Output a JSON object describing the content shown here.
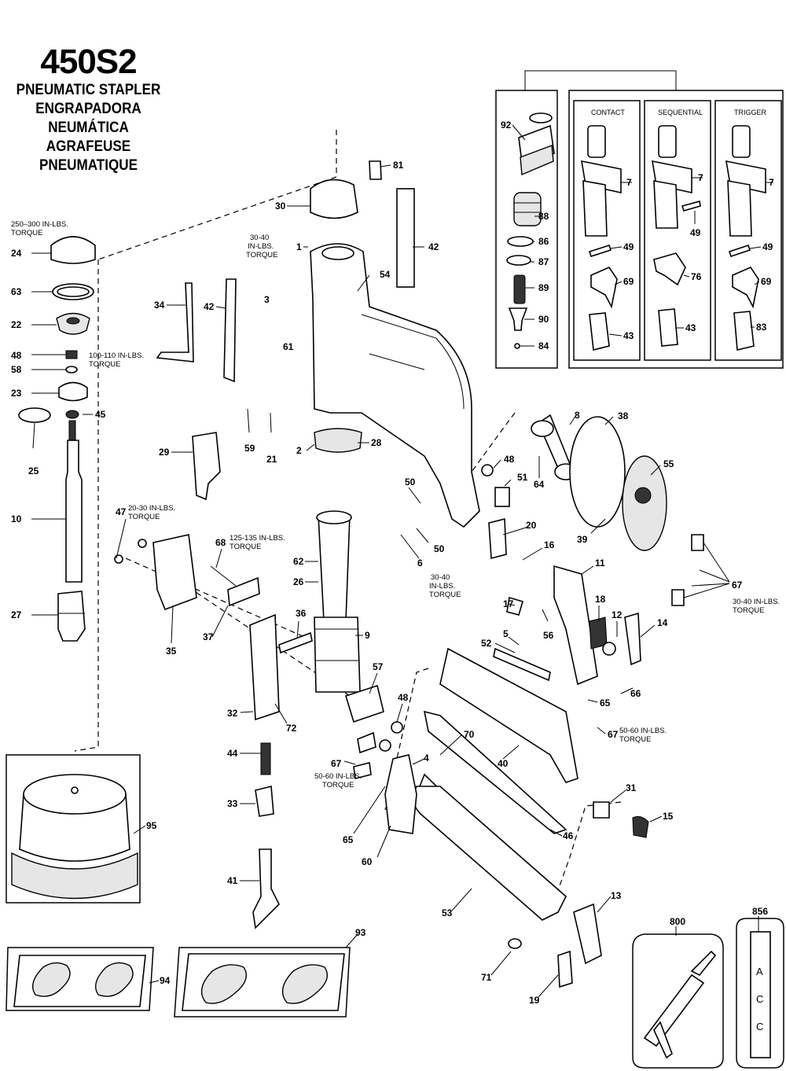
{
  "title": {
    "model": "450S2",
    "line_en": "PNEUMATIC STAPLER",
    "line_es": "ENGRAPADORA NEUMÁTICA",
    "line_fr": "AGRAFEUSE PNEUMATIQUE"
  },
  "torque_notes": {
    "t24": [
      "250–300 IN-LBS.",
      "TORQUE"
    ],
    "t1": [
      "30-40",
      "IN-LBS.",
      "TORQUE"
    ],
    "t48": [
      "100-110 IN-LBS.",
      "TORQUE"
    ],
    "t47": [
      "20-30 IN-LBS.",
      "TORQUE"
    ],
    "t68": [
      "125-135 IN-LBS.",
      "TORQUE"
    ],
    "t6": [
      "30-40",
      "IN-LBS.",
      "TORQUE"
    ],
    "t67r": [
      "30-40 IN-LBS.",
      "TORQUE"
    ],
    "t67m": [
      "50-60 IN-LBS.",
      "TORQUE"
    ],
    "t67c": [
      "50-60 IN-LBS.",
      "TORQUE"
    ]
  },
  "trigger_headers": {
    "contact": "CONTACT",
    "sequential": "SEQUENTIAL",
    "trigger": "TRIGGER"
  },
  "callouts": [
    {
      "id": "c81",
      "text": "81"
    },
    {
      "id": "c30",
      "text": "30"
    },
    {
      "id": "c1",
      "text": "1"
    },
    {
      "id": "c42a",
      "text": "42"
    },
    {
      "id": "c54",
      "text": "54"
    },
    {
      "id": "c3",
      "text": "3"
    },
    {
      "id": "c61",
      "text": "61"
    },
    {
      "id": "c34",
      "text": "34"
    },
    {
      "id": "c42b",
      "text": "42"
    },
    {
      "id": "c59",
      "text": "59"
    },
    {
      "id": "c21",
      "text": "21"
    },
    {
      "id": "c2",
      "text": "2"
    },
    {
      "id": "c28",
      "text": "28"
    },
    {
      "id": "c24",
      "text": "24"
    },
    {
      "id": "c63",
      "text": "63"
    },
    {
      "id": "c22",
      "text": "22"
    },
    {
      "id": "c48a",
      "text": "48"
    },
    {
      "id": "c58",
      "text": "58"
    },
    {
      "id": "c23",
      "text": "23"
    },
    {
      "id": "c45",
      "text": "45"
    },
    {
      "id": "c25",
      "text": "25"
    },
    {
      "id": "c10",
      "text": "10"
    },
    {
      "id": "c27",
      "text": "27"
    },
    {
      "id": "c29",
      "text": "29"
    },
    {
      "id": "c47",
      "text": "47"
    },
    {
      "id": "c68",
      "text": "68"
    },
    {
      "id": "c35",
      "text": "35"
    },
    {
      "id": "c37",
      "text": "37"
    },
    {
      "id": "c36",
      "text": "36"
    },
    {
      "id": "c32",
      "text": "32"
    },
    {
      "id": "c72",
      "text": "72"
    },
    {
      "id": "c62",
      "text": "62"
    },
    {
      "id": "c26",
      "text": "26"
    },
    {
      "id": "c9",
      "text": "9"
    },
    {
      "id": "c57",
      "text": "57"
    },
    {
      "id": "c48b",
      "text": "48"
    },
    {
      "id": "c44",
      "text": "44"
    },
    {
      "id": "c33",
      "text": "33"
    },
    {
      "id": "c41",
      "text": "41"
    },
    {
      "id": "c67a",
      "text": "67"
    },
    {
      "id": "c4",
      "text": "4"
    },
    {
      "id": "c65a",
      "text": "65"
    },
    {
      "id": "c60",
      "text": "60"
    },
    {
      "id": "c70",
      "text": "70"
    },
    {
      "id": "c40",
      "text": "40"
    },
    {
      "id": "c8",
      "text": "8"
    },
    {
      "id": "c38",
      "text": "38"
    },
    {
      "id": "c48c",
      "text": "48"
    },
    {
      "id": "c64",
      "text": "64"
    },
    {
      "id": "c51",
      "text": "51"
    },
    {
      "id": "c55",
      "text": "55"
    },
    {
      "id": "c50a",
      "text": "50"
    },
    {
      "id": "c50b",
      "text": "50"
    },
    {
      "id": "c6",
      "text": "6"
    },
    {
      "id": "c20",
      "text": "20"
    },
    {
      "id": "c16",
      "text": "16"
    },
    {
      "id": "c39",
      "text": "39"
    },
    {
      "id": "c11",
      "text": "11"
    },
    {
      "id": "c67b",
      "text": "67"
    },
    {
      "id": "c17",
      "text": "17"
    },
    {
      "id": "c18",
      "text": "18"
    },
    {
      "id": "c12",
      "text": "12"
    },
    {
      "id": "c14",
      "text": "14"
    },
    {
      "id": "c56",
      "text": "56"
    },
    {
      "id": "c52",
      "text": "52"
    },
    {
      "id": "c5",
      "text": "5"
    },
    {
      "id": "c66",
      "text": "66"
    },
    {
      "id": "c65b",
      "text": "65"
    },
    {
      "id": "c67c",
      "text": "67"
    },
    {
      "id": "c31",
      "text": "31"
    },
    {
      "id": "c15",
      "text": "15"
    },
    {
      "id": "c46",
      "text": "46"
    },
    {
      "id": "c53",
      "text": "53"
    },
    {
      "id": "c13",
      "text": "13"
    },
    {
      "id": "c71",
      "text": "71"
    },
    {
      "id": "c19",
      "text": "19"
    },
    {
      "id": "c95",
      "text": "95"
    },
    {
      "id": "c93",
      "text": "93"
    },
    {
      "id": "c94",
      "text": "94"
    },
    {
      "id": "c800",
      "text": "800"
    },
    {
      "id": "c856",
      "text": "856"
    },
    {
      "id": "c92",
      "text": "92"
    },
    {
      "id": "c88",
      "text": "88"
    },
    {
      "id": "c86",
      "text": "86"
    },
    {
      "id": "c87",
      "text": "87"
    },
    {
      "id": "c89",
      "text": "89"
    },
    {
      "id": "c90",
      "text": "90"
    },
    {
      "id": "c84",
      "text": "84"
    },
    {
      "id": "c7a",
      "text": "7"
    },
    {
      "id": "c7b",
      "text": "7"
    },
    {
      "id": "c7c",
      "text": "7"
    },
    {
      "id": "c49a",
      "text": "49"
    },
    {
      "id": "c49b",
      "text": "49"
    },
    {
      "id": "c49c",
      "text": "49"
    },
    {
      "id": "c69a",
      "text": "69"
    },
    {
      "id": "c76",
      "text": "76"
    },
    {
      "id": "c69b",
      "text": "69"
    },
    {
      "id": "c43a",
      "text": "43"
    },
    {
      "id": "c43b",
      "text": "43"
    },
    {
      "id": "c83",
      "text": "83"
    }
  ],
  "label_856": [
    "A",
    "C",
    "C"
  ]
}
